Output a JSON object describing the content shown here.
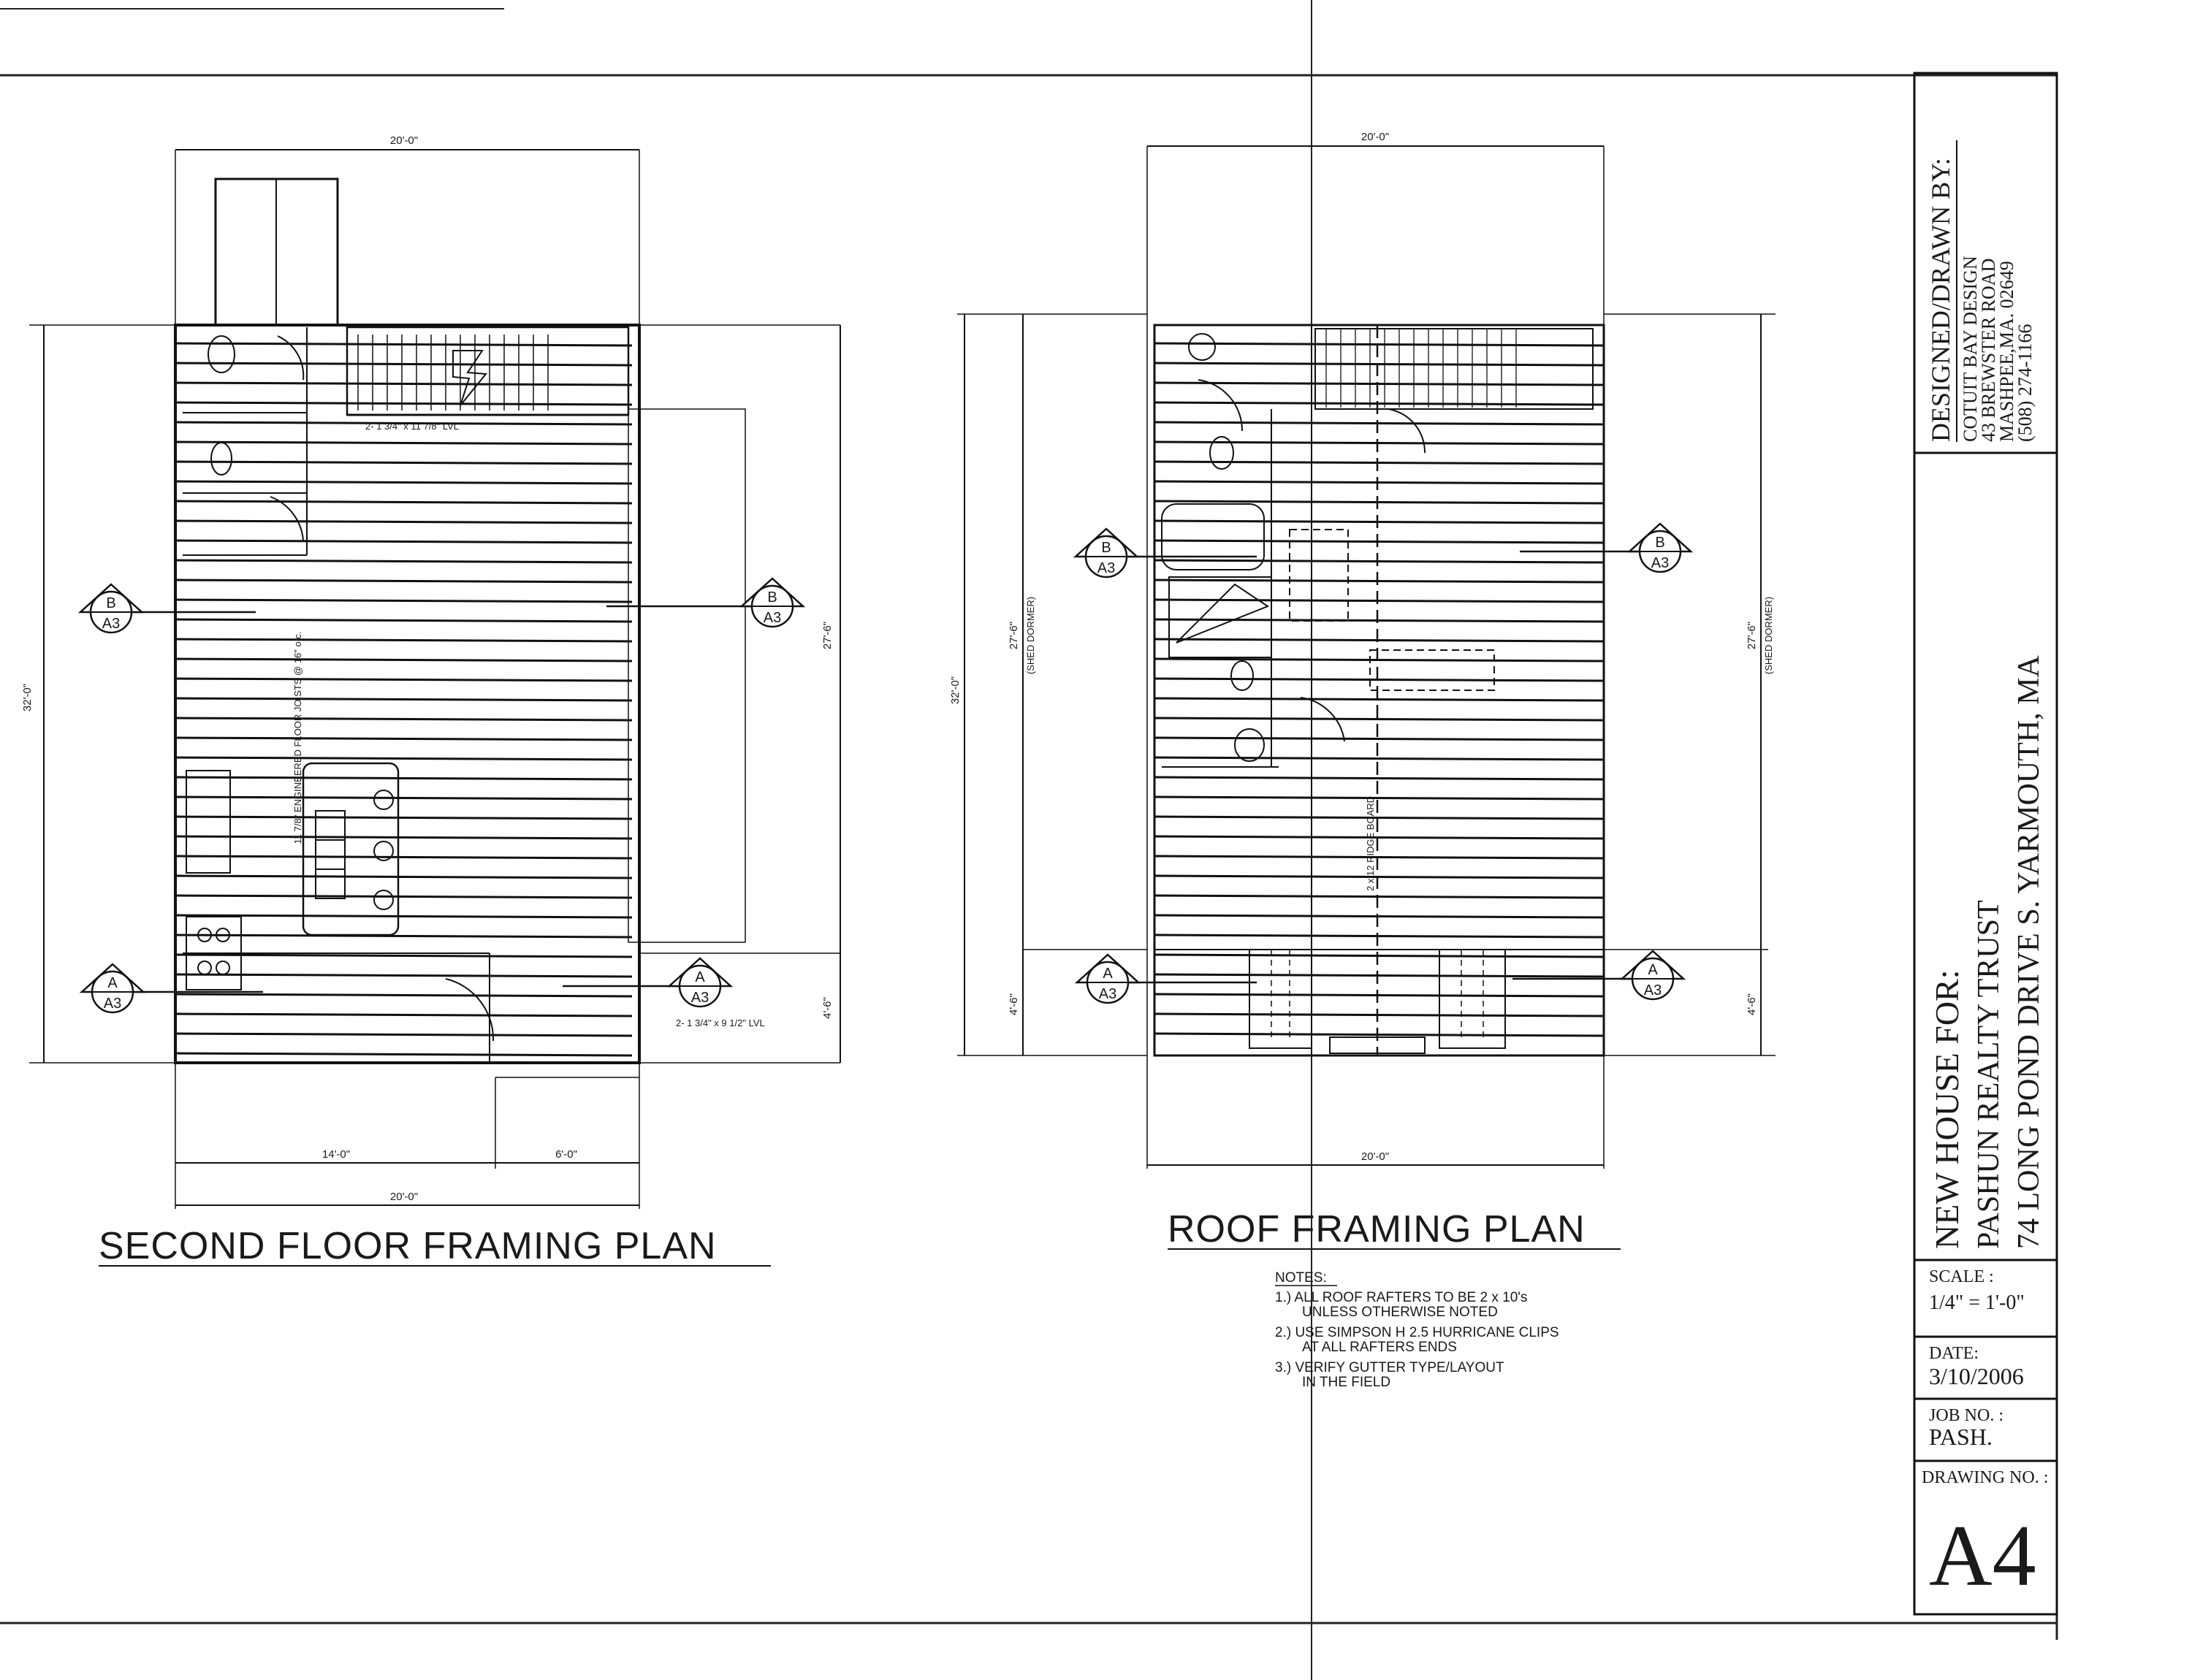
{
  "plans": {
    "second_floor": {
      "title": "SECOND FLOOR FRAMING PLAN",
      "dim_top": "20'-0\"",
      "dim_left": "32'-0\"",
      "dim_right_upper": "27'-6\"",
      "dim_right_lower": "4'-6\"",
      "dim_bottom_a": "14'-0\"",
      "dim_bottom_b": "6'-0\"",
      "dim_bottom_total": "20'-0\"",
      "lvl_upper": "2- 1  3/4\" x 11  7/8\" LVL",
      "lvl_lower": "2- 1  3/4\" x 9  1/2\" LVL",
      "joist_note": "11  7/8\" ENGINEERED FLOOR JOISTS @ 16\" o.c."
    },
    "roof": {
      "title": "ROOF FRAMING PLAN",
      "dim_top": "20'-0\"",
      "dim_bottom": "20'-0\"",
      "dim_left_total": "32'-0\"",
      "dim_left_upper": "27'-6\"",
      "dim_left_lower": "4'-6\"",
      "dim_right_upper": "27'-6\"",
      "dim_right_lower": "4'-6\"",
      "shed_dormer": "(SHED DORMER)",
      "ridge_note": "2 x 12 RIDGE BOARD"
    }
  },
  "section_markers": {
    "letter_b": "B",
    "letter_a": "A",
    "sheet_ref": "A3"
  },
  "notes": {
    "heading": "NOTES:",
    "items": [
      [
        "1.)  ALL ROOF RAFTERS TO BE 2 x 10's",
        "UNLESS OTHERWISE NOTED"
      ],
      [
        "2.)  USE SIMPSON H 2.5 HURRICANE CLIPS",
        "AT ALL RAFTERS ENDS"
      ],
      [
        "3.) VERIFY GUTTER TYPE/LAYOUT",
        "IN THE FIELD"
      ]
    ]
  },
  "title_block": {
    "designed_by_label": "DESIGNED/DRAWN BY:",
    "firm": "COTUIT BAY DESIGN",
    "street": "43 BREWSTER ROAD",
    "city": "MASHPEE,MA.  02649",
    "phone": "(508) 274-1166",
    "project_label": "NEW HOUSE FOR:",
    "client": "PASHUN REALTY TRUST",
    "address": "74 LONG POND DRIVE S. YARMOUTH, MA",
    "scale_label": "SCALE :",
    "scale_value": "1/4\" = 1'-0\"",
    "date_label": "DATE:",
    "date_value": "3/10/2006",
    "job_label": "JOB NO. :",
    "job_value": "PASH.",
    "drawing_label": "DRAWING NO. :",
    "drawing_value": "A4"
  }
}
